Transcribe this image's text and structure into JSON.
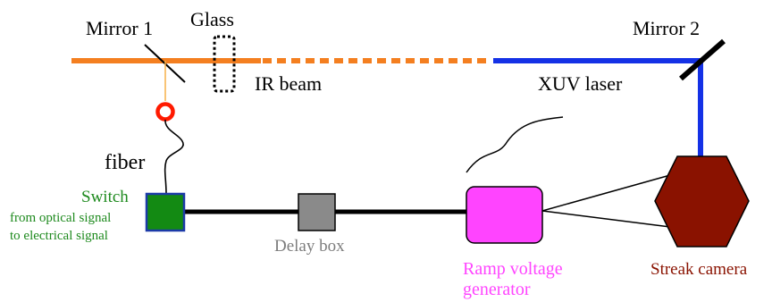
{
  "labels": {
    "mirror1": "Mirror 1",
    "glass": "Glass",
    "ir_beam": "IR beam",
    "xuv_laser": "XUV laser",
    "mirror2": "Mirror 2",
    "fiber": "fiber",
    "switch_title": "Switch",
    "switch_line1": "from optical signal",
    "switch_line2": "to electrical signal",
    "delay_box": "Delay box",
    "ramp_line1": "Ramp voltage",
    "ramp_line2": "generator",
    "streak_camera": "Streak camera"
  },
  "colors": {
    "ir_beam": "#f47f20",
    "xuv_beam": "#1431e6",
    "detector_ring": "#ff1a00",
    "switch_fill": "#138a13",
    "switch_border": "#1c3aa8",
    "switch_text": "#1e8a1e",
    "delay_fill": "#8a8a8a",
    "delay_text": "#7d7d7d",
    "ramp_fill": "#ff44ff",
    "ramp_text": "#ff44ff",
    "camera_fill": "#8a1200",
    "camera_text": "#8a1200",
    "wire": "#000000"
  }
}
